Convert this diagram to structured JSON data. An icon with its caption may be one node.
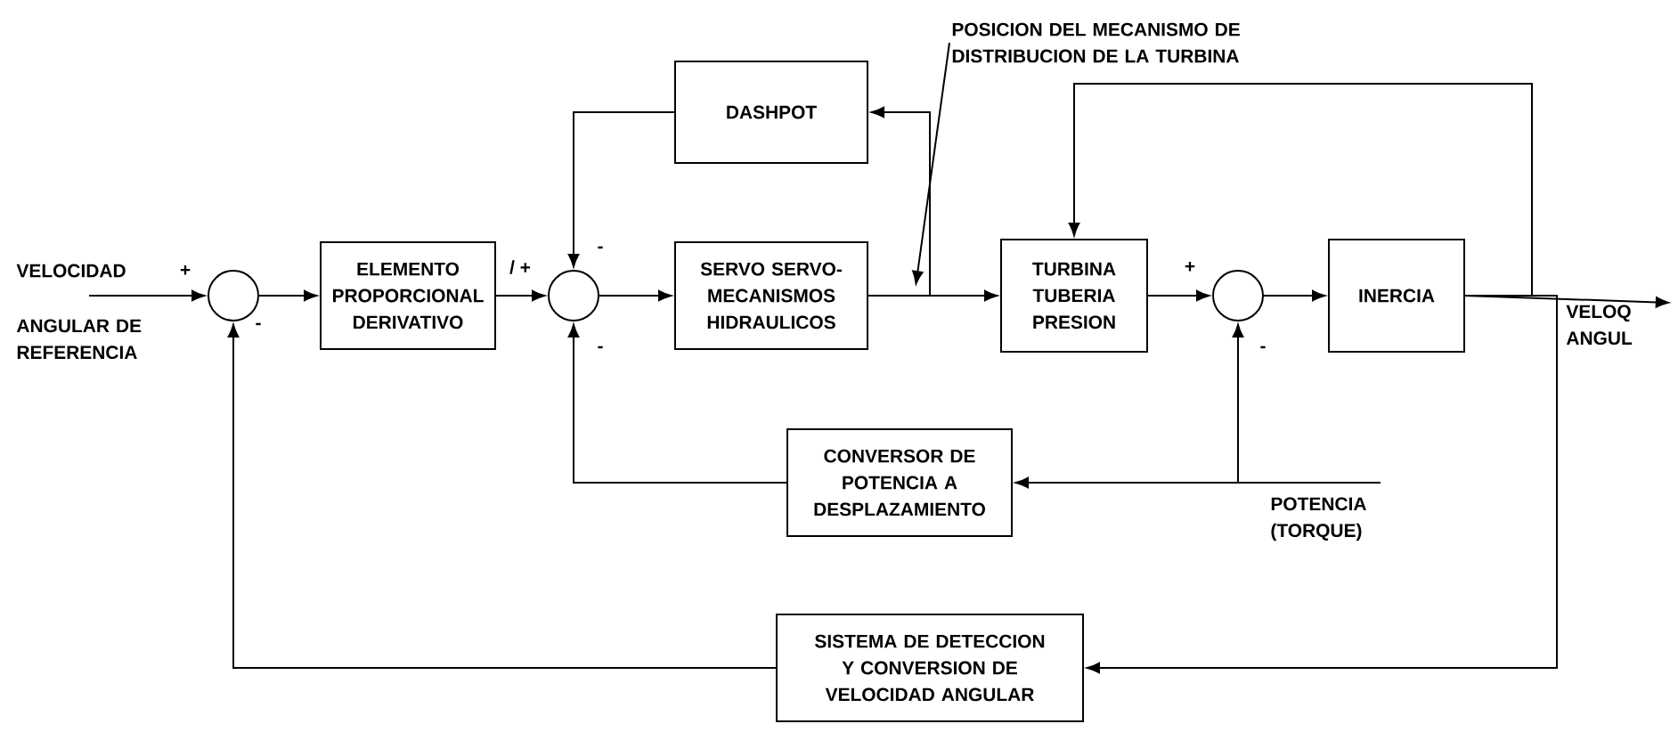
{
  "diagram": {
    "nodes": [
      {
        "text": [],
        "shape": "circle"
      },
      {
        "text": [
          "ELEMENTO PROPORCIONAL DERIVATIVO"
        ]
      },
      {
        "text": [],
        "shape": "circle"
      },
      {
        "text": [
          "DASHPOT"
        ]
      },
      {
        "text": [
          "SERVO SERVO-MECANISMOS HIDRAULICOS"
        ]
      },
      {
        "text": [
          "TURBINA TUBERIA PRESION"
        ]
      },
      {
        "text": [],
        "shape": "circle"
      },
      {
        "text": [
          "INERCIA"
        ]
      },
      {
        "text": [
          "CONVERSOR DE POTENCIA A DESPLAZAMIENTO"
        ]
      },
      {
        "text": [
          "SISTEMA DE DETECCION Y CONVERSION DE VELOCIDAD ANGULAR"
        ]
      },
      {
        "text": [
          "POSICION DEL MECANISMO DE DISTRIBUCION DE LA TURBINA"
        ]
      },
      {
        "text": [
          "VELOQ ANGUL"
        ]
      }
    ],
    "edges": [
      {
        "from": null,
        "to": 0,
        "arrow": "to"
      },
      {
        "from": 0,
        "to": 1,
        "arrow": "to"
      },
      {
        "from": 1,
        "to": 2,
        "arrow": "to"
      },
      {
        "from": 2,
        "to": 4,
        "arrow": "to"
      },
      {
        "from": 4,
        "to": 5,
        "arrow": "to"
      },
      {
        "from": 4,
        "to": 3,
        "arrow": "to"
      },
      {
        "from": 3,
        "to": 2,
        "arrow": "to"
      },
      {
        "from": 7,
        "to": 5,
        "arrow": "to"
      },
      {
        "from": 5,
        "to": 6,
        "arrow": "to"
      },
      {
        "from": 6,
        "to": 7,
        "arrow": "to"
      },
      {
        "from": 7,
        "to": 11,
        "arrow": "to"
      },
      {
        "from": null,
        "to": 6,
        "arrow": "to"
      },
      {
        "from": null,
        "to": 8,
        "arrow": "to"
      },
      {
        "from": 8,
        "to": 2,
        "arrow": "to"
      },
      {
        "from": 7,
        "to": 9,
        "arrow": "to"
      },
      {
        "from": 9,
        "to": 0,
        "arrow": "to"
      },
      {
        "from": 10,
        "to": null,
        "arrow": "to"
      }
    ],
    "labels": [
      "-",
      "/ +",
      "VELOCIDAD",
      "+",
      "+",
      "ANGULAR DE REFERENCIA",
      "-",
      "-",
      "-",
      "POTENCIA (TORQUE)"
    ]
  }
}
